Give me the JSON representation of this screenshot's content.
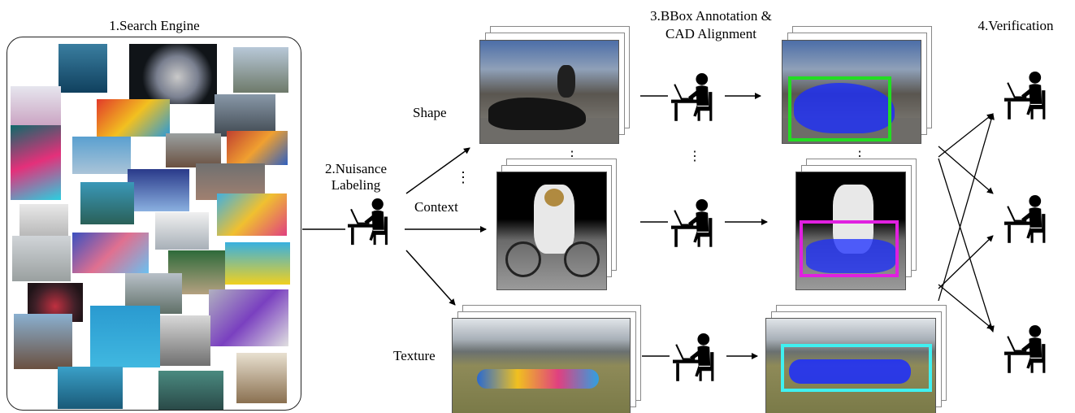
{
  "stages": {
    "search_engine": "1.Search Engine",
    "nuisance_line1": "2.Nuisance",
    "nuisance_line2": "Labeling",
    "bbox_line1": "3.BBox Annotation &",
    "bbox_line2": "CAD Alignment",
    "verification": "4.Verification"
  },
  "nuisances": {
    "shape": "Shape",
    "context": "Context",
    "texture": "Texture"
  },
  "ellipsis": "⋮",
  "colors": {
    "shape_box": "#22dd22",
    "context_box": "#e020e0",
    "texture_box": "#40f0f0",
    "object_tint": "#1a2cff",
    "arrow": "#000000"
  },
  "icons": {
    "annotator": "person-at-laptop-icon"
  }
}
